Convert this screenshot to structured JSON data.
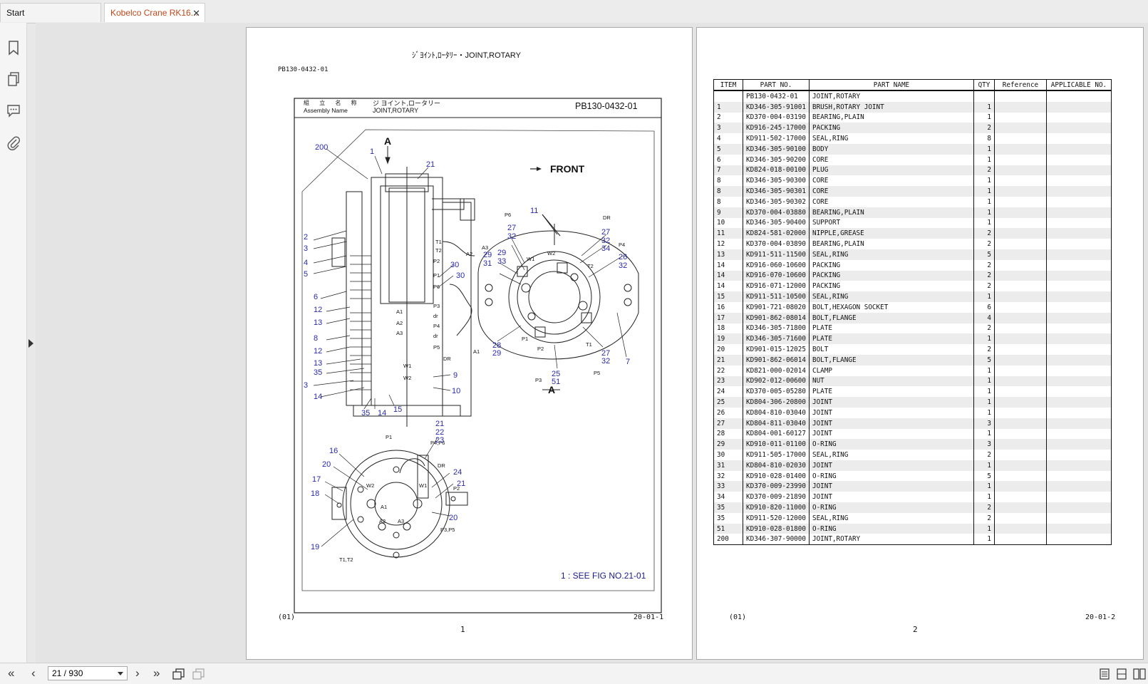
{
  "tabs": [
    {
      "label": "Start",
      "active": false
    },
    {
      "label": "Kobelco Crane RK16...",
      "active": true
    }
  ],
  "tab_close_glyph": "✕",
  "sidebar_icons": [
    "bookmark-icon",
    "pages-icon",
    "comment-icon",
    "attachment-icon"
  ],
  "page_left": {
    "title": "ｼﾞﾖｲﾝﾄ,ﾛｰﾀﾘｰ・JOINT,ROTARY",
    "doc_code": "PB130-0432-01",
    "box_jp_label": "組 立 名 称",
    "box_en_label": "Assembly Name",
    "box_jp_name": "ジ ヨイント,ロータリー",
    "box_en_name": "JOINT,ROTARY",
    "box_code": "PB130-0432-01",
    "front_label": "FRONT",
    "view_label": "A",
    "view_label_bottom": "A",
    "see_fig": "1 : SEE FIG NO.21-01",
    "revision": "(01)",
    "ref": "20-01-1",
    "page_number": "1"
  },
  "diagram_labels": {
    "left_view": [
      "200",
      "1",
      "21",
      "2",
      "3",
      "4",
      "5",
      "6",
      "12",
      "13",
      "8",
      "12",
      "13",
      "35",
      "3",
      "14",
      "35",
      "14",
      "15"
    ],
    "ports_left": [
      "T1",
      "T2",
      "P2",
      "P1",
      "P6",
      "P3",
      "dr",
      "P4",
      "dr",
      "P5",
      "DR",
      "A1",
      "A2",
      "A3",
      "W1",
      "W2"
    ],
    "right_callouts": [
      "30",
      "30",
      "9",
      "10"
    ],
    "top_view": [
      "P6",
      "11",
      "DR",
      "27",
      "32",
      "27",
      "32",
      "34",
      "P4",
      "26",
      "32",
      "A2",
      "29",
      "31",
      "A3",
      "29",
      "33",
      "W1",
      "W2",
      "T2",
      "P1",
      "P2",
      "T1",
      "A1",
      "28",
      "29",
      "27",
      "32",
      "7",
      "P3",
      "25",
      "51",
      "P5"
    ],
    "bottom_view": [
      "P1",
      "P4,P6",
      "21",
      "22",
      "23",
      "16",
      "20",
      "DR",
      "24",
      "21",
      "17",
      "W2",
      "W1",
      "P2",
      "18",
      "A1",
      "A2",
      "A3",
      "20",
      "19",
      "T1,T2",
      "P3,P5"
    ]
  },
  "page_right": {
    "revision": "(01)",
    "ref": "20-01-2",
    "page_number": "2",
    "columns": [
      "ITEM",
      "PART NO.",
      "PART NAME",
      "QTY",
      "Reference",
      "APPLICABLE NO."
    ],
    "rows": [
      [
        "",
        "PB130-0432-01",
        "JOINT,ROTARY",
        "",
        "",
        ""
      ],
      [
        "1",
        "KD346-305-91001",
        "BRUSH,ROTARY JOINT",
        "1",
        "",
        ""
      ],
      [
        "2",
        "KD370-004-03190",
        "BEARING,PLAIN",
        "1",
        "",
        ""
      ],
      [
        "3",
        "KD916-245-17000",
        "PACKING",
        "2",
        "",
        ""
      ],
      [
        "4",
        "KD911-502-17000",
        "SEAL,RING",
        "8",
        "",
        ""
      ],
      [
        "5",
        "KD346-305-90100",
        "BODY",
        "1",
        "",
        ""
      ],
      [
        "6",
        "KD346-305-90200",
        "CORE",
        "1",
        "",
        ""
      ],
      [
        "7",
        "KD824-018-00100",
        "PLUG",
        "2",
        "",
        ""
      ],
      [
        "8",
        "KD346-305-90300",
        "CORE",
        "1",
        "",
        ""
      ],
      [
        "8",
        "KD346-305-90301",
        "CORE",
        "1",
        "",
        ""
      ],
      [
        "8",
        "KD346-305-90302",
        "CORE",
        "1",
        "",
        ""
      ],
      [
        "9",
        "KD370-004-03880",
        "BEARING,PLAIN",
        "1",
        "",
        ""
      ],
      [
        "10",
        "KD346-305-90400",
        "SUPPORT",
        "1",
        "",
        ""
      ],
      [
        "11",
        "KD824-581-02000",
        "NIPPLE,GREASE",
        "2",
        "",
        ""
      ],
      [
        "12",
        "KD370-004-03890",
        "BEARING,PLAIN",
        "2",
        "",
        ""
      ],
      [
        "13",
        "KD911-511-11500",
        "SEAL,RING",
        "5",
        "",
        ""
      ],
      [
        "14",
        "KD916-060-10600",
        "PACKING",
        "2",
        "",
        ""
      ],
      [
        "14",
        "KD916-070-10600",
        "PACKING",
        "2",
        "",
        ""
      ],
      [
        "14",
        "KD916-071-12000",
        "PACKING",
        "2",
        "",
        ""
      ],
      [
        "15",
        "KD911-511-10500",
        "SEAL,RING",
        "1",
        "",
        ""
      ],
      [
        "16",
        "KD901-721-08020",
        "BOLT,HEXAGON SOCKET",
        "6",
        "",
        ""
      ],
      [
        "17",
        "KD901-862-08014",
        "BOLT,FLANGE",
        "4",
        "",
        ""
      ],
      [
        "18",
        "KD346-305-71800",
        "PLATE",
        "2",
        "",
        ""
      ],
      [
        "19",
        "KD346-305-71600",
        "PLATE",
        "1",
        "",
        ""
      ],
      [
        "20",
        "KD901-015-12025",
        "BOLT",
        "2",
        "",
        ""
      ],
      [
        "21",
        "KD901-862-06014",
        "BOLT,FLANGE",
        "5",
        "",
        ""
      ],
      [
        "22",
        "KD821-000-02014",
        "CLAMP",
        "1",
        "",
        ""
      ],
      [
        "23",
        "KD902-012-00600",
        "NUT",
        "1",
        "",
        ""
      ],
      [
        "24",
        "KD370-005-05280",
        "PLATE",
        "1",
        "",
        ""
      ],
      [
        "25",
        "KD804-306-20800",
        "JOINT",
        "1",
        "",
        ""
      ],
      [
        "26",
        "KD804-810-03040",
        "JOINT",
        "1",
        "",
        ""
      ],
      [
        "27",
        "KD804-811-03040",
        "JOINT",
        "3",
        "",
        ""
      ],
      [
        "28",
        "KD804-001-60127",
        "JOINT",
        "1",
        "",
        ""
      ],
      [
        "29",
        "KD910-011-01100",
        "O-RING",
        "3",
        "",
        ""
      ],
      [
        "30",
        "KD911-505-17000",
        "SEAL,RING",
        "2",
        "",
        ""
      ],
      [
        "31",
        "KD804-810-02030",
        "JOINT",
        "1",
        "",
        ""
      ],
      [
        "32",
        "KD910-028-01400",
        "O-RING",
        "5",
        "",
        ""
      ],
      [
        "33",
        "KD370-009-23990",
        "JOINT",
        "1",
        "",
        ""
      ],
      [
        "34",
        "KD370-009-21890",
        "JOINT",
        "1",
        "",
        ""
      ],
      [
        "35",
        "KD910-820-11000",
        "O-RING",
        "2",
        "",
        ""
      ],
      [
        "35",
        "KD911-520-12000",
        "SEAL,RING",
        "2",
        "",
        ""
      ],
      [
        "51",
        "KD910-028-01800",
        "O-RING",
        "1",
        "",
        ""
      ],
      [
        "200",
        "KD346-307-90000",
        "JOINT,ROTARY",
        "1",
        "",
        ""
      ]
    ]
  },
  "toolbar": {
    "page_indicator": "21 / 930",
    "icons": [
      "first-page-icon",
      "prev-page-icon",
      "next-page-icon",
      "last-page-icon",
      "copy-page-icon",
      "extract-page-icon"
    ],
    "view_icons": [
      "single-page-view-icon",
      "continuous-view-icon",
      "two-page-view-icon"
    ]
  },
  "colors": {
    "accent_tab": "#c0471b",
    "callout_blue": "#2a2aa8",
    "row_stripe": "#ececec"
  }
}
